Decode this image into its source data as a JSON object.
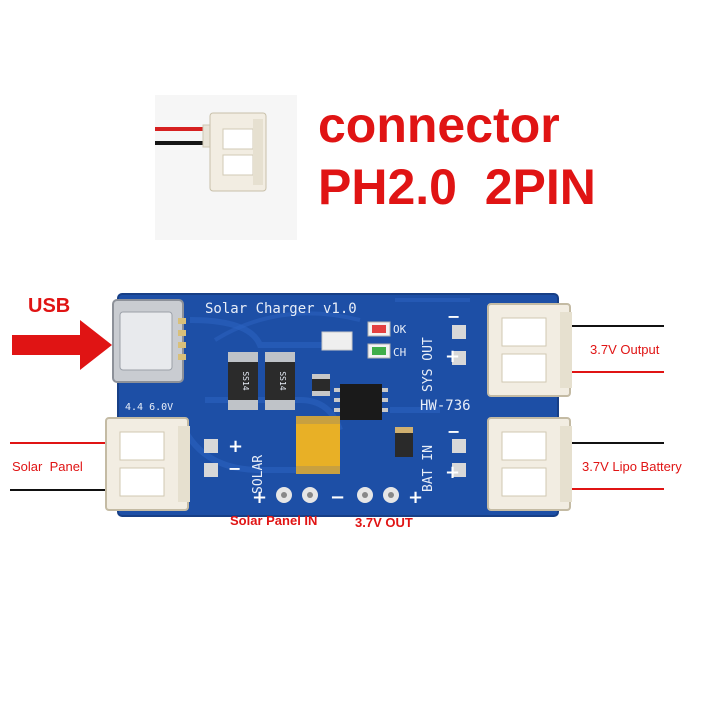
{
  "title": {
    "line1": "connector",
    "line2": "PH2.0  2PIN"
  },
  "usb_label": "USB",
  "board": {
    "name": "Solar  Charger  v1.0",
    "model": "HW-736",
    "version_text": "4.4  6.0V",
    "ok_label": "OK",
    "ch_label": "CH",
    "sys_out_label": "SYS OUT",
    "bat_in_label": "BAT IN",
    "solar_label": "SOLAR",
    "ic_top_text": "SS14",
    "ic_bottom_text": "SS14"
  },
  "callouts": {
    "output": "3.7V Output",
    "battery": "3.7V Lipo Battery",
    "solar_panel": "Solar  Panel",
    "solar_panel_in": "Solar Panel IN",
    "out_37": "3.7V OUT"
  },
  "colors": {
    "accent_red": "#e01414",
    "pcb_blue": "#1d4fa6",
    "connector_white": "#f2ede2"
  }
}
